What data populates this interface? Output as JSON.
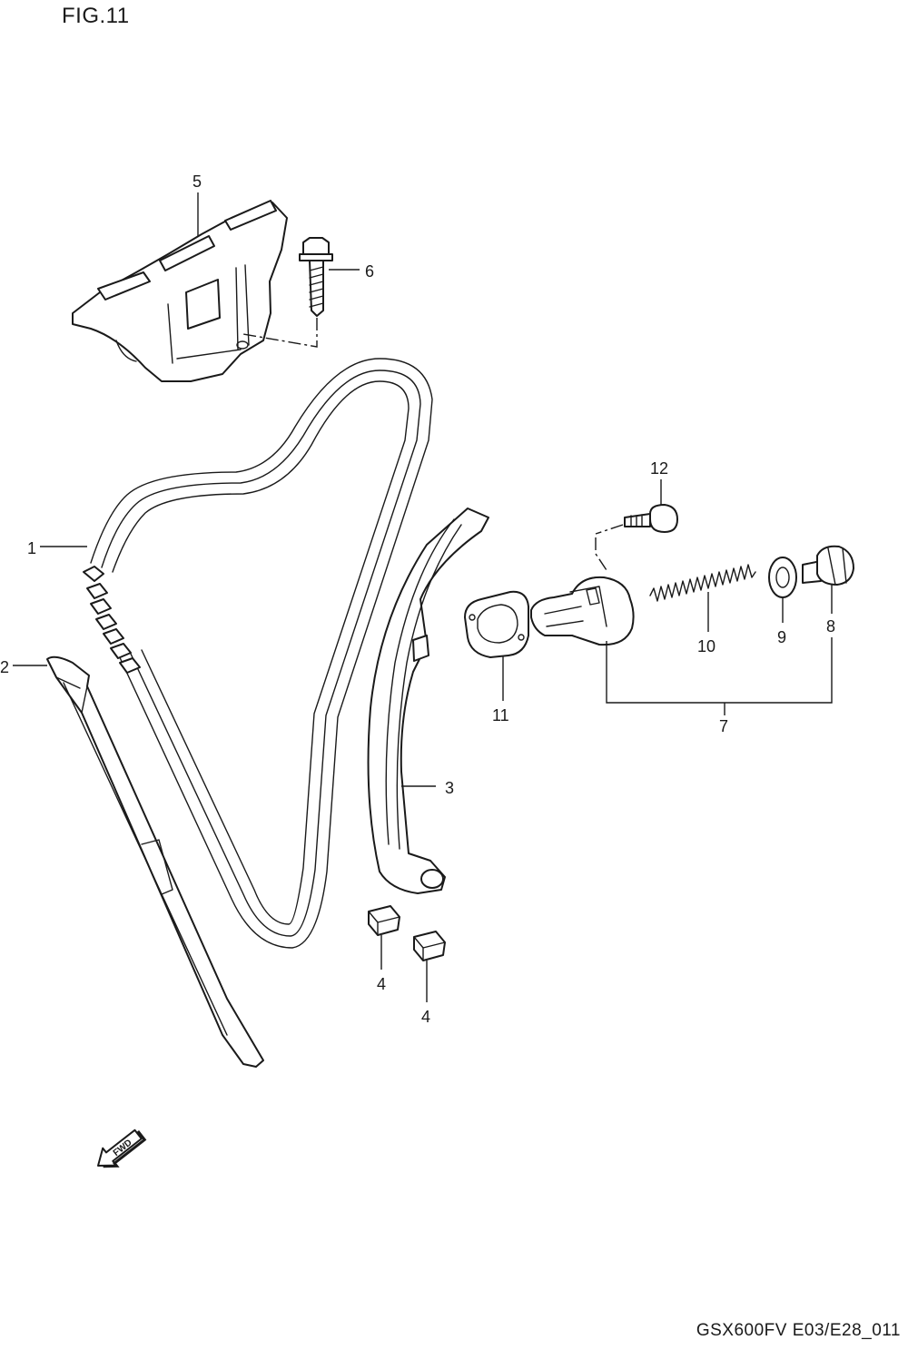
{
  "figure": {
    "title": "FIG.11"
  },
  "footer": {
    "code": "GSX600FV E03/E28_011"
  },
  "callouts": {
    "p1": "1",
    "p2": "2",
    "p3": "3",
    "p4a": "4",
    "p4b": "4",
    "p5": "5",
    "p6": "6",
    "p7": "7",
    "p8": "8",
    "p9": "9",
    "p10": "10",
    "p11": "11",
    "p12": "12"
  },
  "fwd_arrow": {
    "label": "FWD"
  },
  "icons": {
    "direction": "fwd-arrow-icon"
  }
}
